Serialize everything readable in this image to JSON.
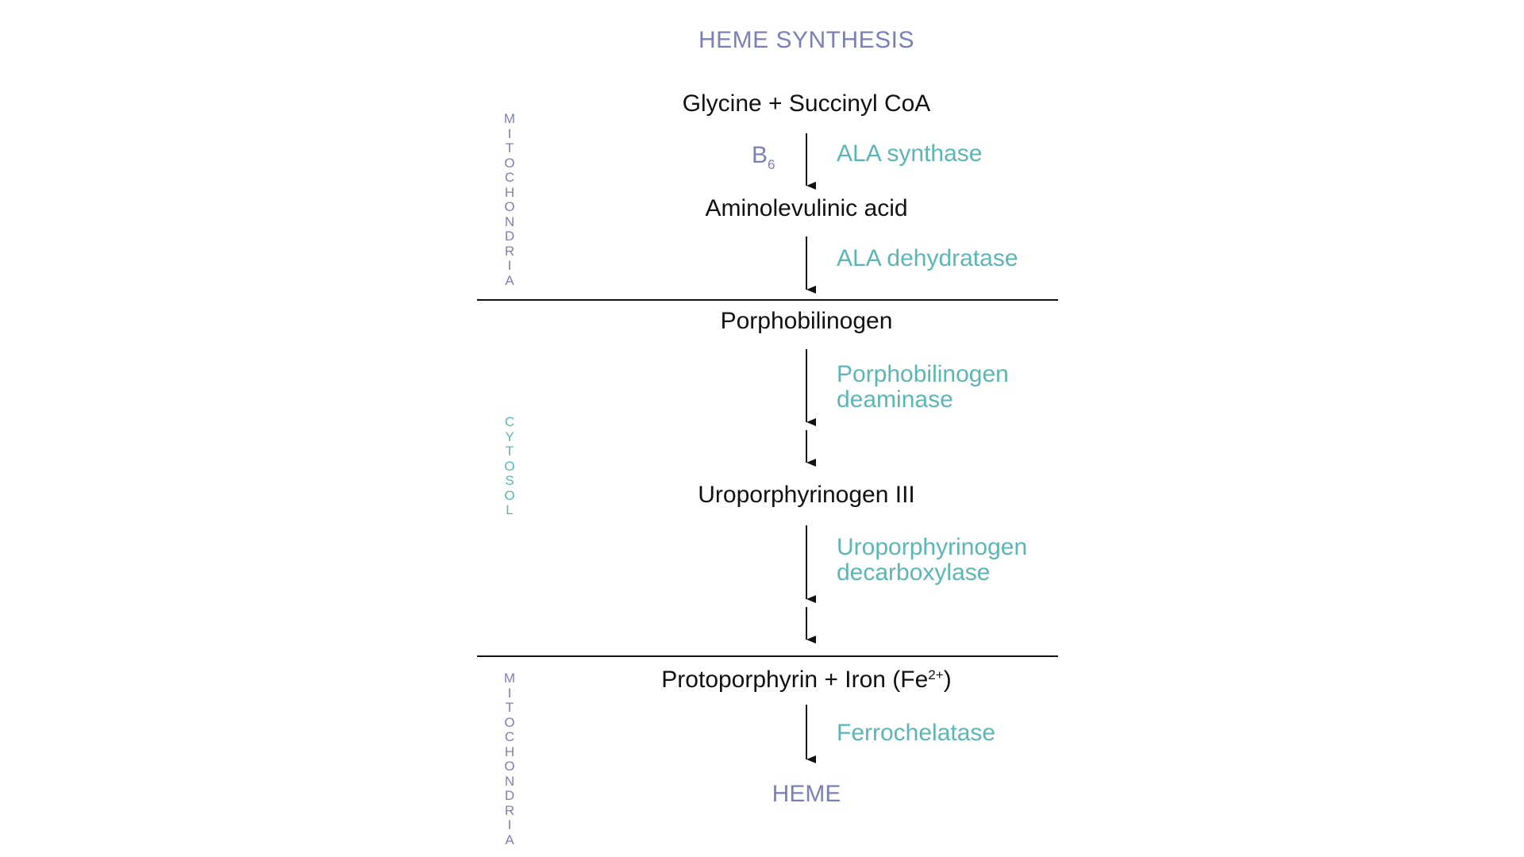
{
  "title": "HEME SYNTHESIS",
  "compartments": {
    "mitochondria_top": "MITOCHONDRIA",
    "cytosol": "CYTOSOL",
    "mitochondria_bottom": "MITOCHONDRIA"
  },
  "nodes": {
    "n1": "Glycine + Succinyl CoA",
    "n2": "Aminolevulinic acid",
    "n3": "Porphobilinogen",
    "n4": "Uroporphyrinogen III",
    "n5_main": "Protoporphyrin + Iron (Fe",
    "n5_sup": "2+",
    "n5_close": ")",
    "n6": "HEME"
  },
  "cofactor": {
    "base": "B",
    "sub": "6"
  },
  "enzymes": {
    "e1": "ALA synthase",
    "e2": "ALA dehydratase",
    "e3_line1": "Porphobilinogen",
    "e3_line2": "deaminase",
    "e4_line1": "Uroporphyrinogen",
    "e4_line2": "decarboxylase",
    "e5": "Ferrochelatase"
  },
  "colors": {
    "title": "#7c80b8",
    "enzyme": "#5ab7b5",
    "mitochondria_label": "#7c80b8",
    "cytosol_label": "#5ab7b5",
    "text": "#111111"
  }
}
